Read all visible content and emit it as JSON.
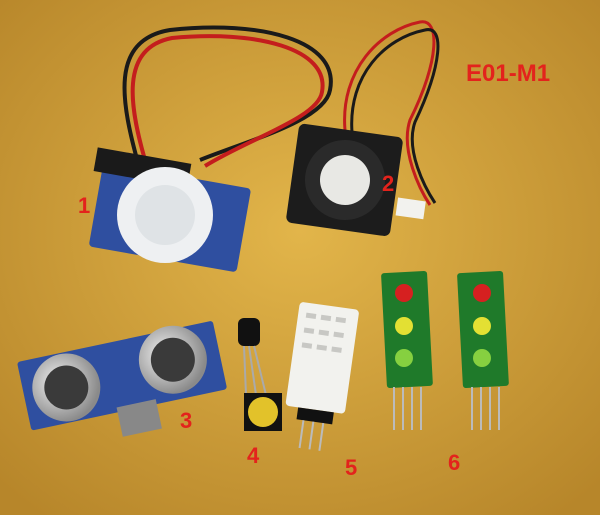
{
  "photo": {
    "title": "E01-M1",
    "labels": [
      "1",
      "2",
      "3",
      "4",
      "5",
      "6"
    ],
    "colors": {
      "background": "#d6a53a",
      "label": "#e3231c",
      "pcb_blue": "#2f4fa0",
      "pcb_green": "#1f7a2a"
    }
  }
}
